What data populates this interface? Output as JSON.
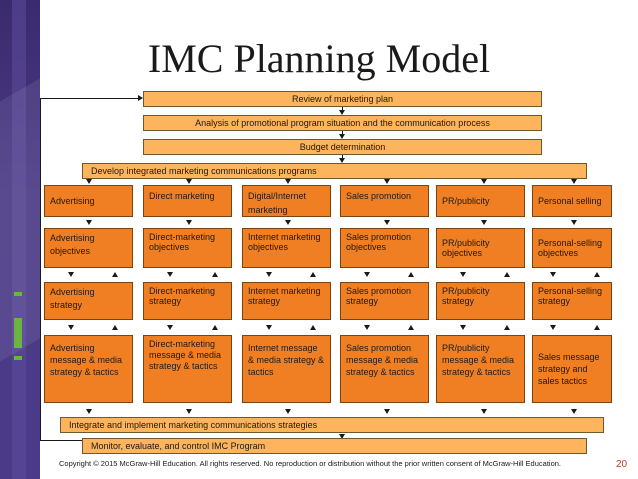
{
  "title": "IMC Planning Model",
  "bars": {
    "review": "Review of marketing plan",
    "analysis": "Analysis of promotional program situation and the communication process",
    "budget": "Budget determination",
    "develop": "Develop integrated marketing communications programs",
    "integrate": "Integrate and implement marketing communications strategies",
    "monitor": "Monitor, evaluate, and control IMC Program"
  },
  "columns": [
    {
      "name": "Advertising",
      "objectives": "Advertising objectives",
      "strategy": "Advertising strategy",
      "tactics": "Advertising message & media strategy & tactics"
    },
    {
      "name": "Direct marketing",
      "objectives": "Direct-marketing objectives",
      "strategy": "Direct-marketing strategy",
      "tactics": "Direct-marketing message & media strategy & tactics"
    },
    {
      "name": "Digital/Internet marketing",
      "objectives": "Internet marketing objectives",
      "strategy": "Internet marketing strategy",
      "tactics": "Internet message & media strategy & tactics"
    },
    {
      "name": "Sales promotion",
      "objectives": "Sales promotion objectives",
      "strategy": "Sales promotion strategy",
      "tactics": "Sales promotion message & media strategy & tactics"
    },
    {
      "name": "PR/publicity",
      "objectives": "PR/publicity objectives",
      "strategy": "PR/publicity strategy",
      "tactics": "PR/publicity message & media strategy & tactics"
    },
    {
      "name": "Personal selling",
      "objectives": "Personal-selling objectives",
      "strategy": "Personal-selling strategy",
      "tactics": "Sales message strategy and sales tactics"
    }
  ],
  "footer": {
    "copyright": "Copyright © 2015 McGraw-Hill Education. All rights reserved. No reproduction or distribution without the prior written consent of McGraw-Hill Education.",
    "page_number": "20"
  },
  "colors": {
    "bar_fill": "#fdb45c",
    "box_fill": "#f07f24",
    "accent_green": "#6db33f",
    "band_purple": "#4b3a86"
  }
}
